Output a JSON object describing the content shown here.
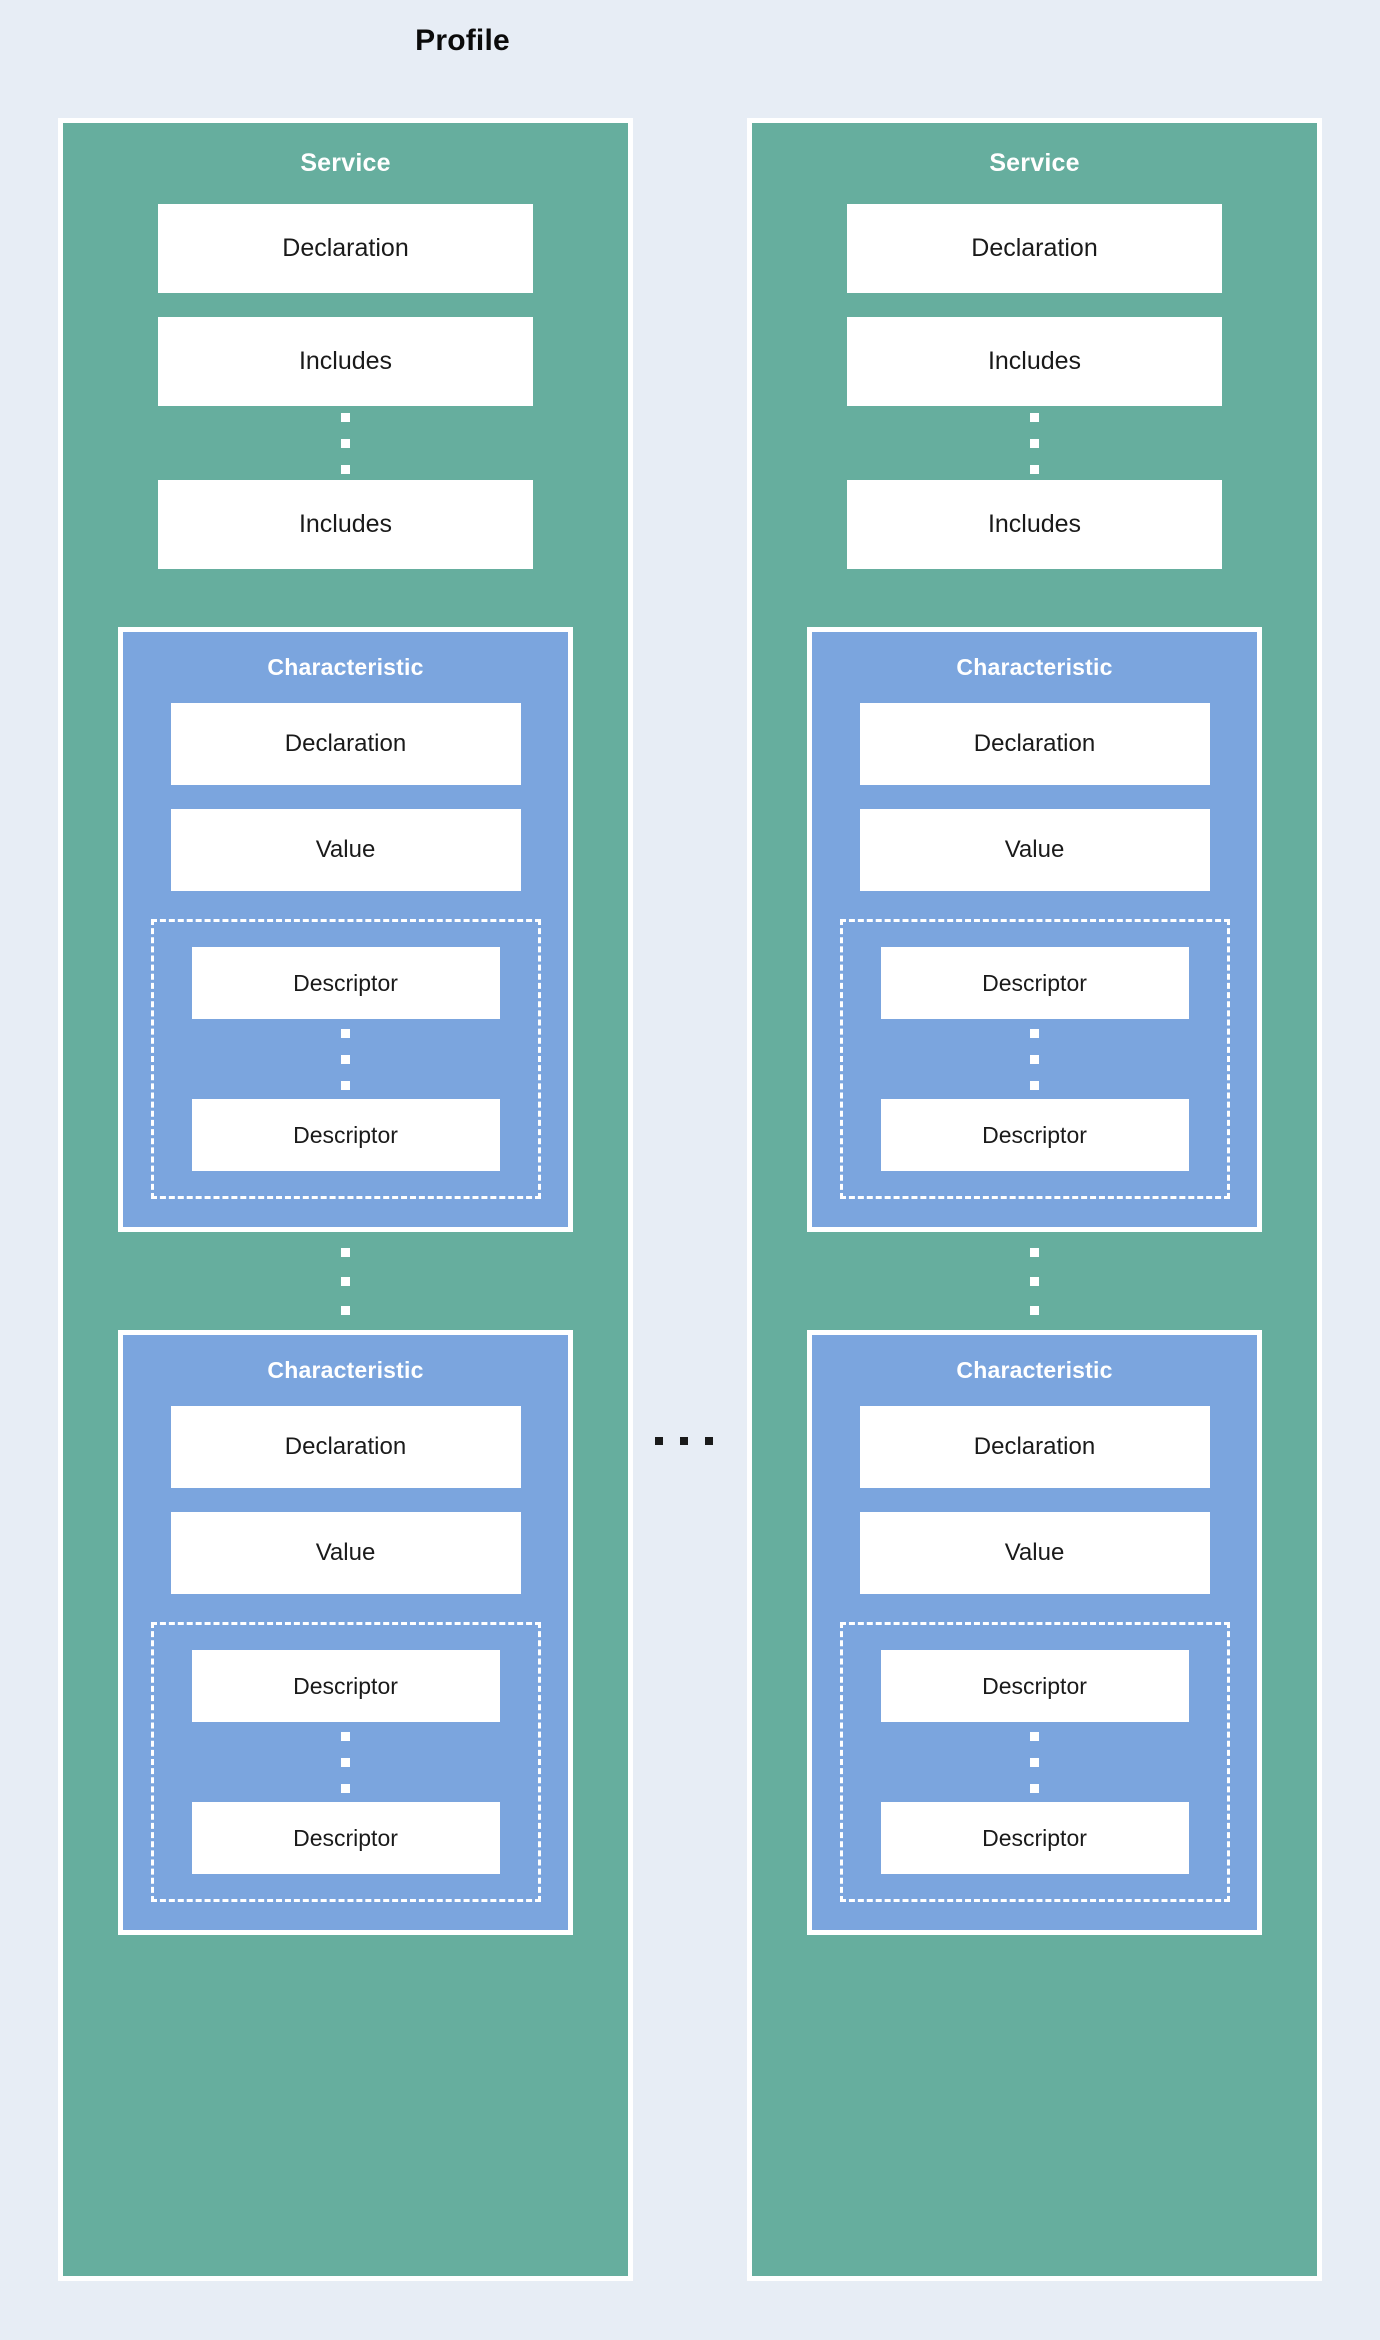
{
  "diagram": {
    "title": "Profile",
    "colors": {
      "background": "#e7edf5",
      "service": "#66ae9e",
      "characteristic": "#7ba5de",
      "box": "#ffffff",
      "text": "#1a1a1a",
      "title_text": "#0b0b0b"
    },
    "between_columns_ellipsis": "...",
    "services": [
      {
        "title": "Service",
        "declaration_label": "Declaration",
        "includes_first_label": "Includes",
        "includes_last_label": "Includes",
        "includes_ellipsis": "⋮",
        "characteristics_ellipsis": "⋮",
        "characteristics": [
          {
            "title": "Characteristic",
            "declaration_label": "Declaration",
            "value_label": "Value",
            "descriptor_first_label": "Descriptor",
            "descriptor_last_label": "Descriptor",
            "descriptor_ellipsis": "⋮"
          },
          {
            "title": "Characteristic",
            "declaration_label": "Declaration",
            "value_label": "Value",
            "descriptor_first_label": "Descriptor",
            "descriptor_last_label": "Descriptor",
            "descriptor_ellipsis": "⋮"
          }
        ]
      },
      {
        "title": "Service",
        "declaration_label": "Declaration",
        "includes_first_label": "Includes",
        "includes_last_label": "Includes",
        "includes_ellipsis": "⋮",
        "characteristics_ellipsis": "⋮",
        "characteristics": [
          {
            "title": "Characteristic",
            "declaration_label": "Declaration",
            "value_label": "Value",
            "descriptor_first_label": "Descriptor",
            "descriptor_last_label": "Descriptor",
            "descriptor_ellipsis": "⋮"
          },
          {
            "title": "Characteristic",
            "declaration_label": "Declaration",
            "value_label": "Value",
            "descriptor_first_label": "Descriptor",
            "descriptor_last_label": "Descriptor",
            "descriptor_ellipsis": "⋮"
          }
        ]
      }
    ]
  }
}
